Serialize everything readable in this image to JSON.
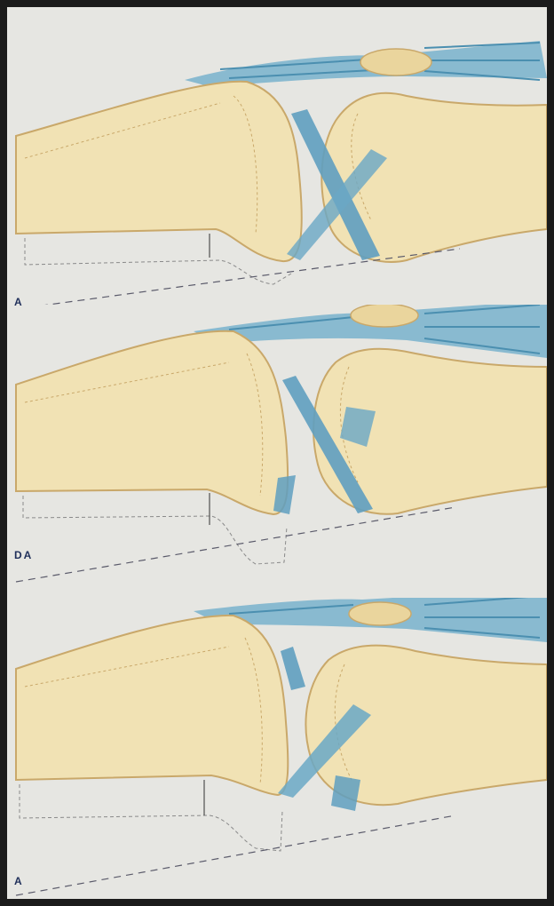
{
  "figure": {
    "panels": [
      {
        "label": "A"
      },
      {
        "label": "DA"
      },
      {
        "label": "A"
      }
    ]
  },
  "colors": {
    "background": "#e6e6e2",
    "frame": "#1b1b1b",
    "bone_fill": "#f1e2b4",
    "bone_outline": "#c9a86a",
    "ligament": "#5f9fc0",
    "tendon": "#78b2cc",
    "sesamoid": "#ead59d",
    "dashed_line": "#5a5a6a",
    "label_text": "#1f2f5a"
  },
  "icons": {
    "panel_drawing": "knee-joint-illustration"
  }
}
